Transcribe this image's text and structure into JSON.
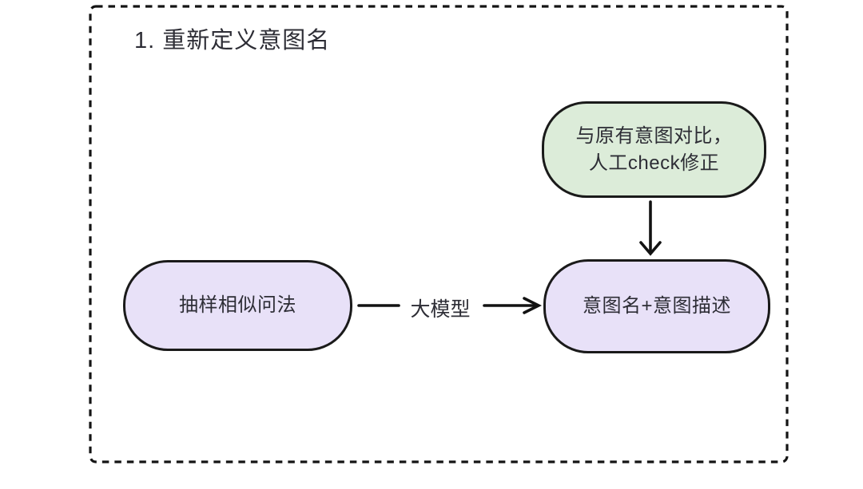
{
  "colors": {
    "frame_stroke": "#141414",
    "node_stroke": "#1a1a1a",
    "node_green_fill": "#dcecd9",
    "node_purple_fill": "#e8e1f8",
    "arrow_stroke": "#121212",
    "text": "#2d2d35",
    "background": "#ffffff"
  },
  "diagram": {
    "title": "1. 重新定义意图名",
    "nodes": {
      "compare_check": {
        "lines": [
          "与原有意图对比，",
          "人工check修正"
        ],
        "shape": "rounded-rect",
        "fill": "green"
      },
      "sample_questions": {
        "label": "抽样相似问法",
        "shape": "rounded-rect",
        "fill": "purple"
      },
      "intent_output": {
        "label": "意图名+意图描述",
        "shape": "rounded-rect",
        "fill": "purple"
      }
    },
    "edges": {
      "llm": {
        "label": "大模型",
        "from": "sample_questions",
        "to": "intent_output",
        "direction": "right"
      },
      "check": {
        "label": "",
        "from": "compare_check",
        "to": "intent_output",
        "direction": "down"
      }
    }
  }
}
